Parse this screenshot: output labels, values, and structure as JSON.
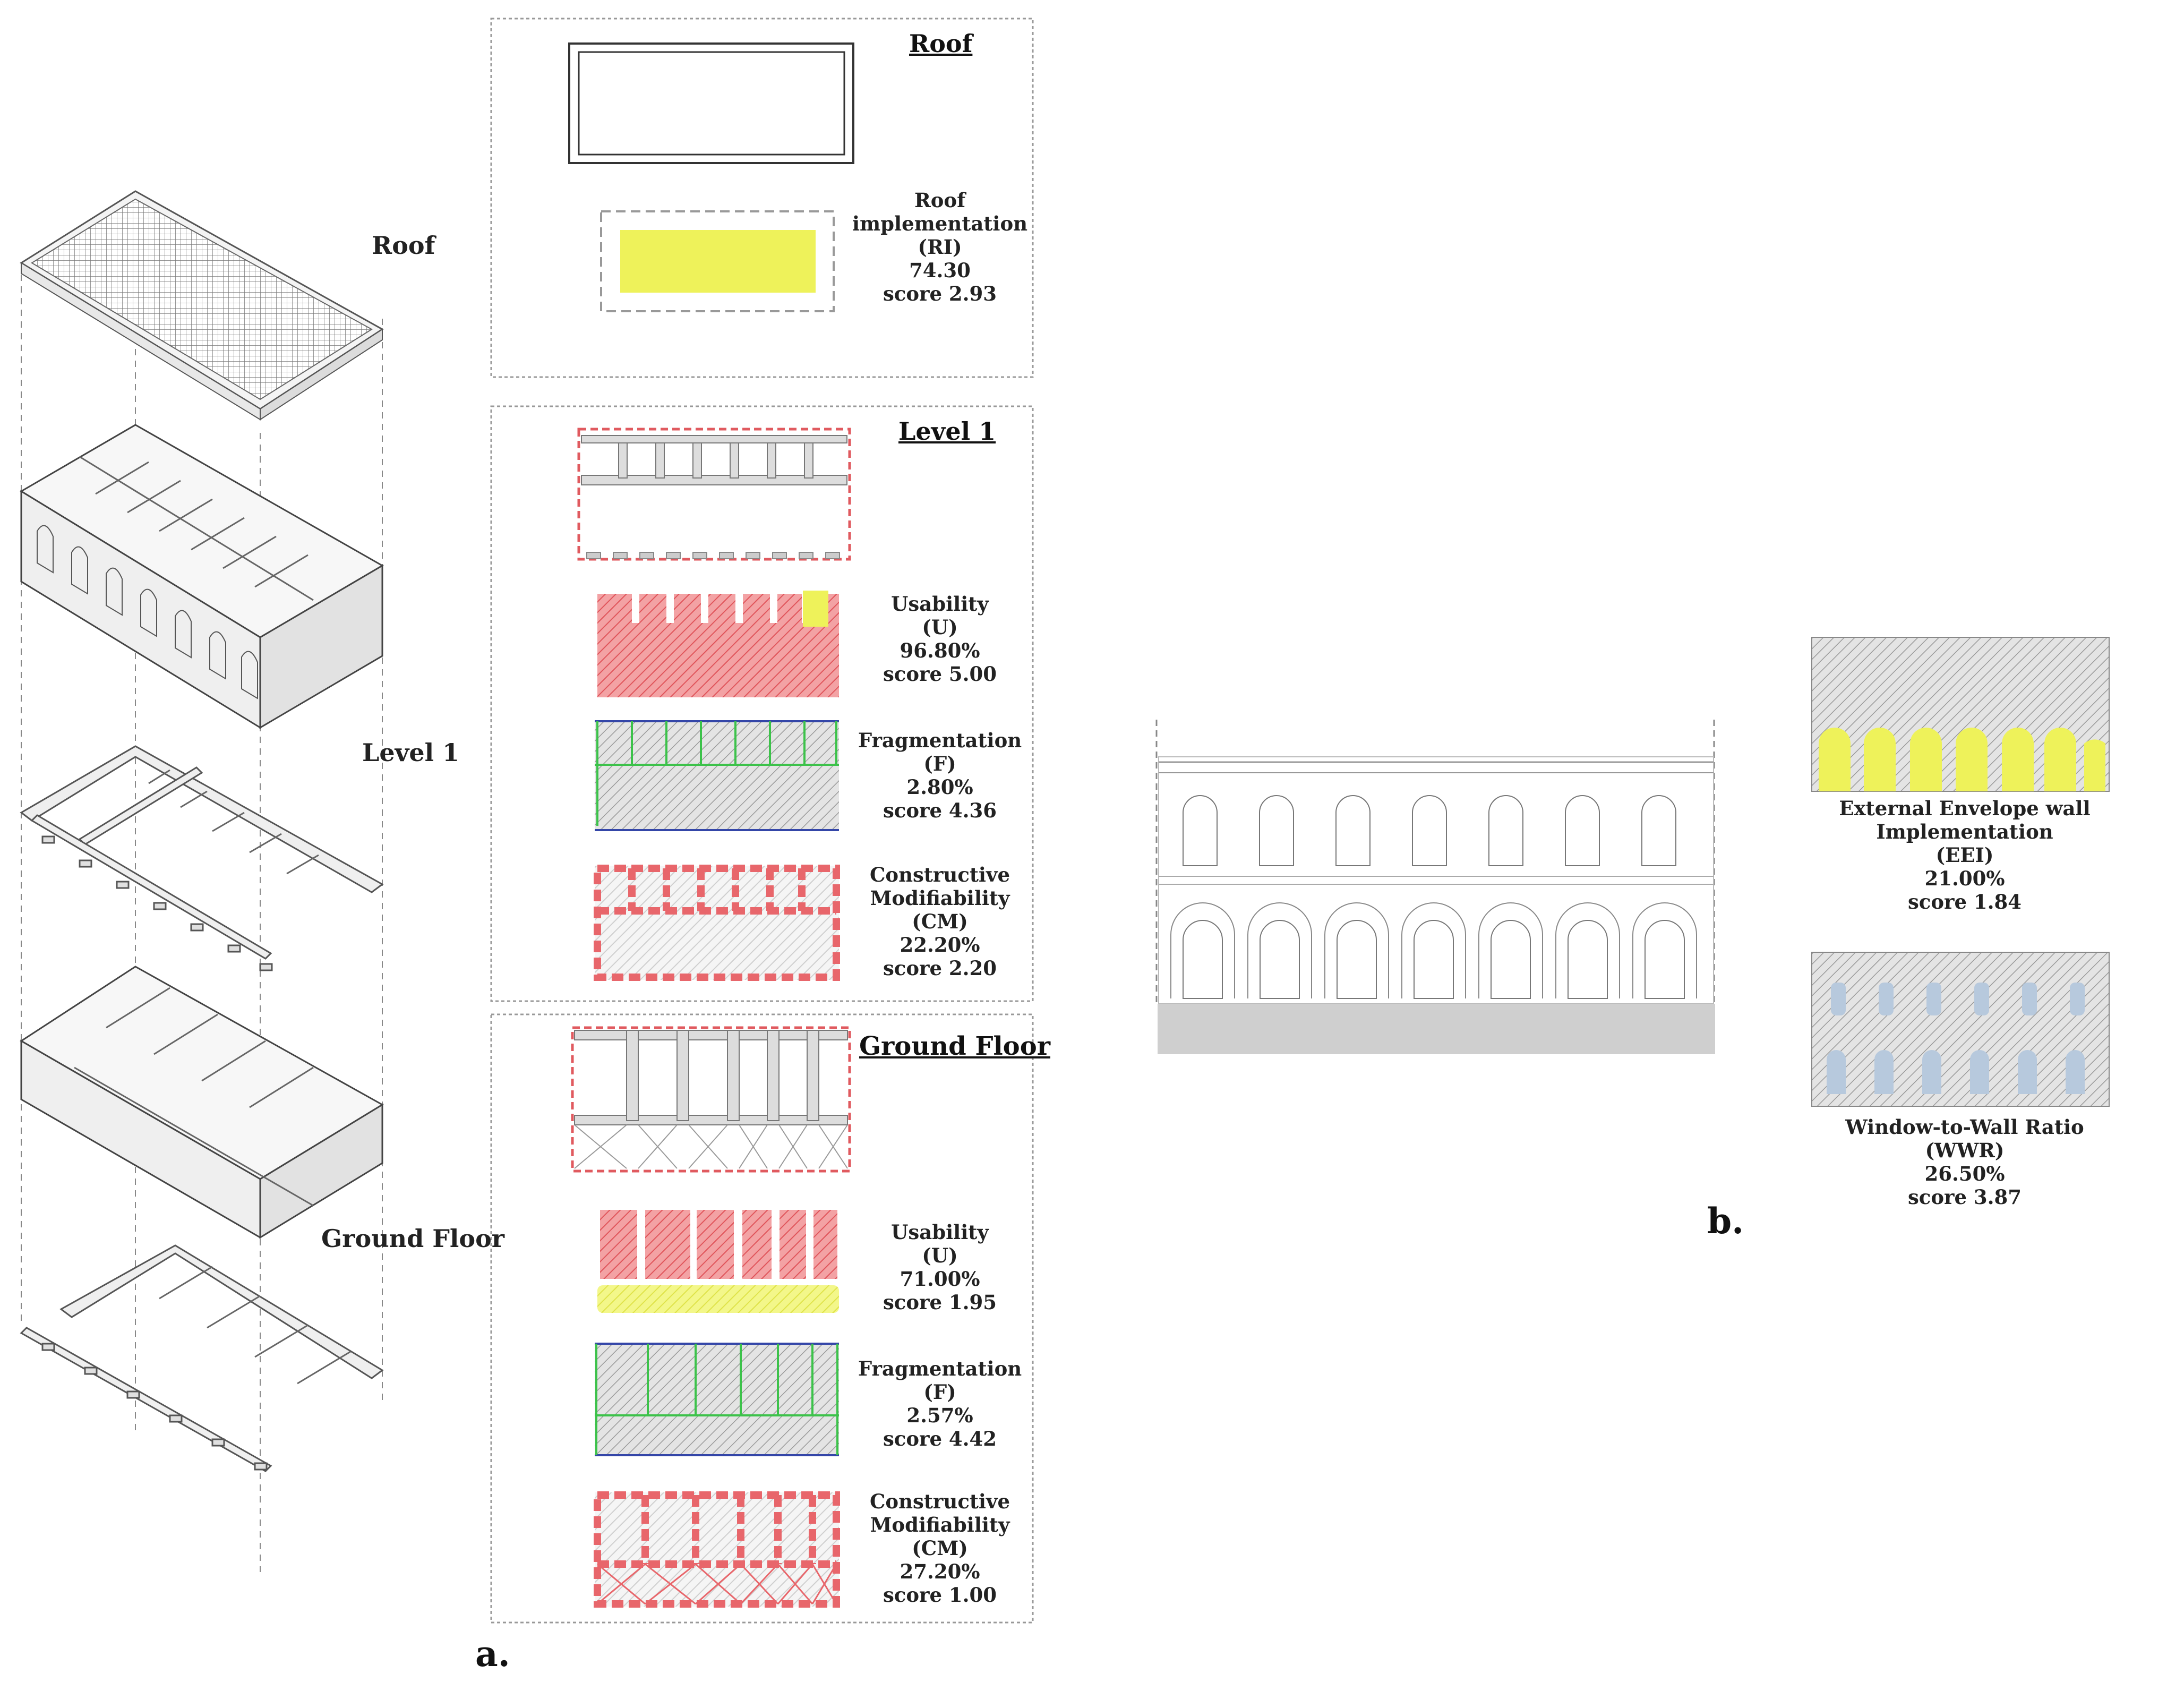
{
  "axon_labels": {
    "roof": "Roof",
    "level1": "Level 1",
    "ground": "Ground Floor"
  },
  "panels": {
    "roof": {
      "title": "Roof",
      "ri": {
        "name_line1": "Roof",
        "name_line2": "implementation",
        "abbr": "(RI)",
        "value": "74.30",
        "score": "score 2.93"
      }
    },
    "level1": {
      "title": "Level 1",
      "usability": {
        "name": "Usability",
        "abbr": "(U)",
        "value": "96.80%",
        "score": "score 5.00"
      },
      "fragmentation": {
        "name": "Fragmentation",
        "abbr": "(F)",
        "value": "2.80%",
        "score": "score 4.36"
      },
      "modifiability": {
        "name_line1": "Constructive",
        "name_line2": "Modifiability",
        "abbr": "(CM)",
        "value": "22.20%",
        "score": "score 2.20"
      }
    },
    "ground": {
      "title": "Ground Floor",
      "usability": {
        "name": "Usability",
        "abbr": "(U)",
        "value": "71.00%",
        "score": "score 1.95"
      },
      "fragmentation": {
        "name": "Fragmentation",
        "abbr": "(F)",
        "value": "2.57%",
        "score": "score 4.42"
      },
      "modifiability": {
        "name_line1": "Constructive",
        "name_line2": "Modifiability",
        "abbr": "(CM)",
        "value": "27.20%",
        "score": "score 1.00"
      }
    }
  },
  "facade_metrics": {
    "eei": {
      "name": "External Envelope wall Implementation",
      "abbr": "(EEI)",
      "value": "21.00%",
      "score": "score 1.84"
    },
    "wwr": {
      "name": "Window-to-Wall Ratio",
      "abbr": "(WWR)",
      "value": "26.50%",
      "score": "score 3.87"
    }
  },
  "part_labels": {
    "a": "a.",
    "b": "b."
  },
  "colors": {
    "red": "#e8666b",
    "yellow": "#eef25a",
    "green": "#3cc24a",
    "blue": "#3446a8",
    "grey": "#d5d5d5",
    "window_blue": "#b7c9dd"
  }
}
